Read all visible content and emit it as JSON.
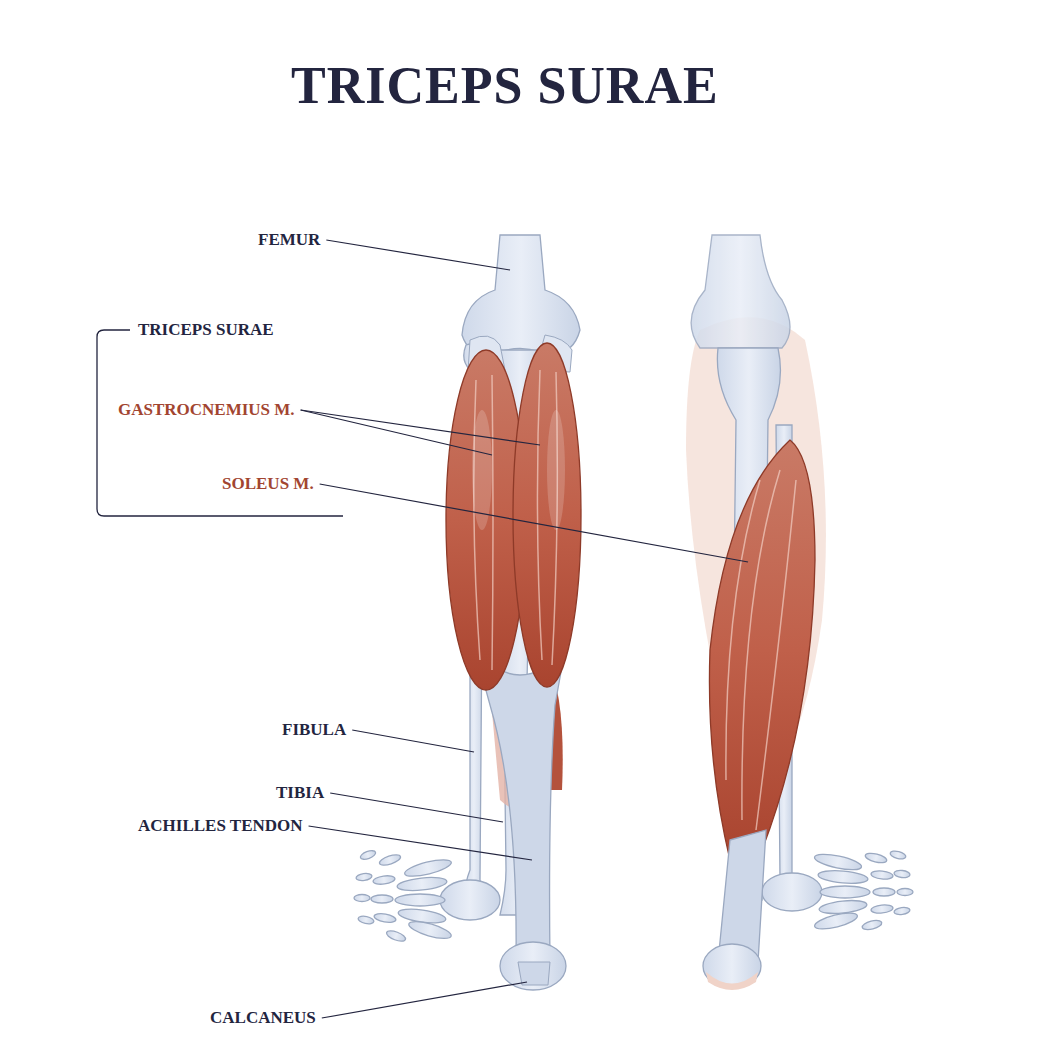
{
  "diagram": {
    "title": "TRICEPS SURAE",
    "labels": [
      "FEMUR",
      "TRICEPS SURAE",
      "GASTROCNEMIUS M.",
      "SOLEUS M.",
      "FIBULA",
      "TIBIA",
      "ACHILLES TENDON",
      "CALCANEUS"
    ]
  }
}
